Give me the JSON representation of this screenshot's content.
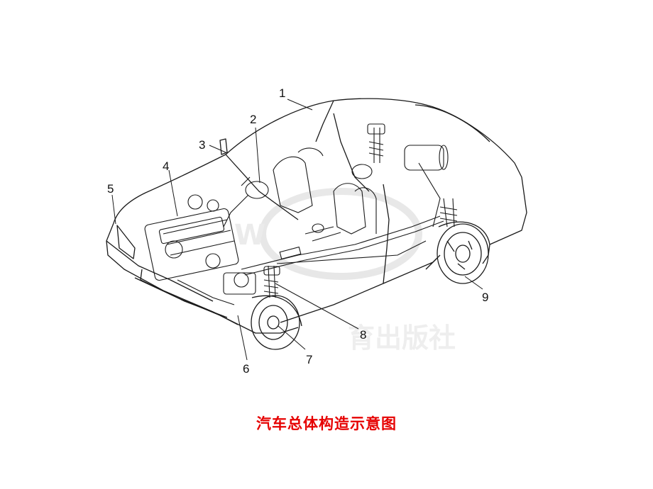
{
  "caption": "汽车总体构造示意图",
  "caption_color": "#e60000",
  "line_color": "#1a1a1a",
  "watermark_color": "#cfcfcf",
  "callouts": [
    "1",
    "2",
    "3",
    "4",
    "5",
    "6",
    "7",
    "8",
    "9"
  ]
}
